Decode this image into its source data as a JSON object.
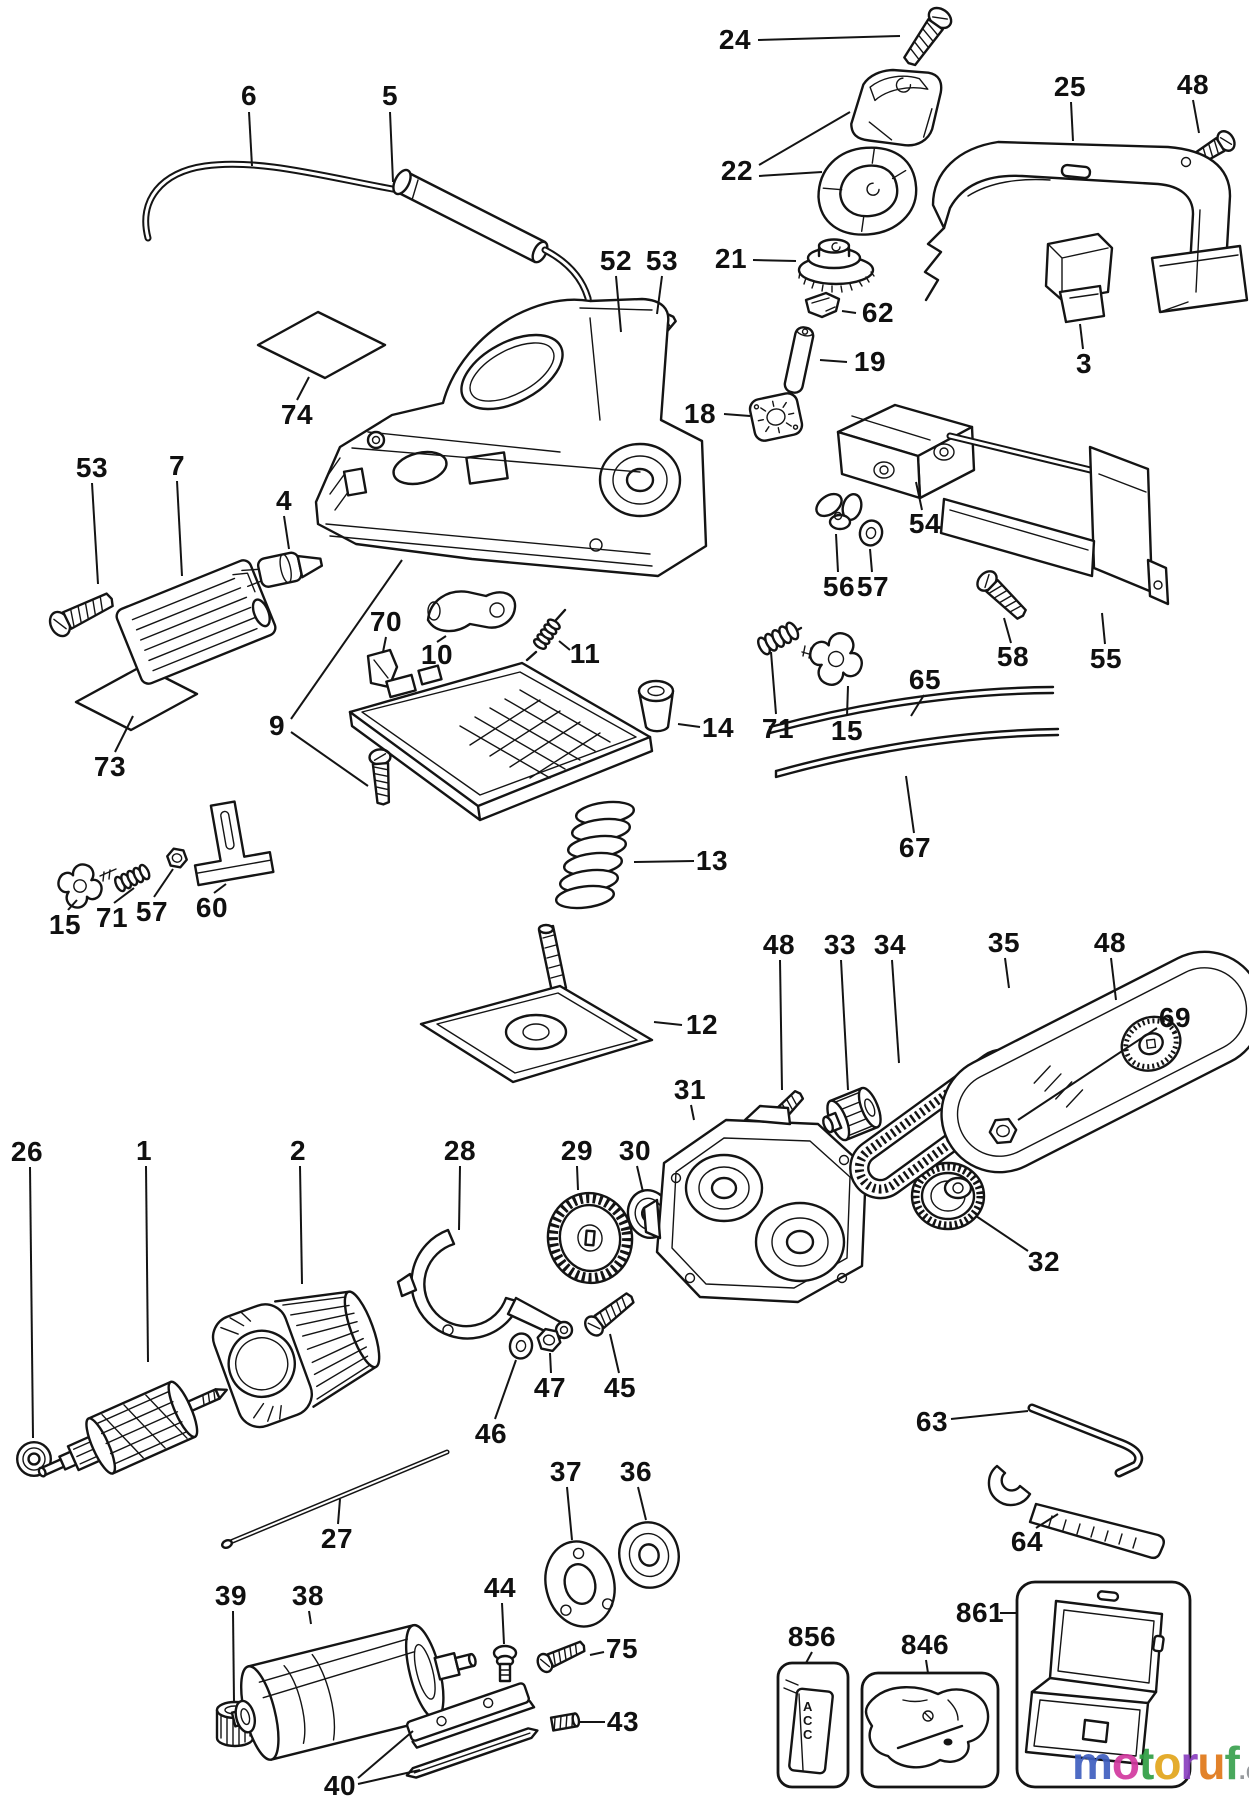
{
  "watermark": {
    "word_letters": [
      [
        "m",
        "#3f5fc0"
      ],
      [
        "o",
        "#d2399f"
      ],
      [
        "t",
        "#2f9e44"
      ],
      [
        "o",
        "#e2a51c"
      ],
      [
        "r",
        "#8a3fc0"
      ],
      [
        "u",
        "#e07818"
      ],
      [
        "f",
        "#3aa14f"
      ]
    ],
    "suffix": ".de",
    "suffix_color": "#8f9296"
  },
  "boxes": {
    "b856": {
      "booklet_label": "ACC"
    }
  },
  "parts": [
    {
      "id": "6",
      "text": "6",
      "label": [
        249,
        96
      ],
      "leaders": [
        [
          249,
          112,
          252,
          166
        ]
      ]
    },
    {
      "id": "5",
      "text": "5",
      "label": [
        390,
        96
      ],
      "leaders": [
        [
          390,
          112,
          393,
          182
        ]
      ]
    },
    {
      "id": "24",
      "text": "24",
      "label": [
        735,
        40
      ],
      "leaders": [
        [
          758,
          40,
          900,
          36
        ]
      ]
    },
    {
      "id": "22",
      "text": "22",
      "label": [
        737,
        171
      ],
      "leaders": [
        [
          759,
          165,
          850,
          112
        ],
        [
          759,
          176,
          822,
          172
        ]
      ]
    },
    {
      "id": "21",
      "text": "21",
      "label": [
        731,
        259
      ],
      "leaders": [
        [
          753,
          260,
          796,
          261
        ]
      ]
    },
    {
      "id": "25",
      "text": "25",
      "label": [
        1070,
        87
      ],
      "leaders": [
        [
          1071,
          102,
          1073,
          141
        ]
      ]
    },
    {
      "id": "48a",
      "text": "48",
      "label": [
        1193,
        85
      ],
      "leaders": [
        [
          1193,
          100,
          1199,
          133
        ]
      ]
    },
    {
      "id": "62",
      "text": "62",
      "label": [
        878,
        313
      ],
      "leaders": [
        [
          856,
          313,
          842,
          311
        ]
      ]
    },
    {
      "id": "19",
      "text": "19",
      "label": [
        870,
        362
      ],
      "leaders": [
        [
          847,
          362,
          820,
          360
        ]
      ]
    },
    {
      "id": "18",
      "text": "18",
      "label": [
        700,
        414
      ],
      "leaders": [
        [
          724,
          414,
          750,
          416
        ]
      ]
    },
    {
      "id": "52",
      "text": "52",
      "label": [
        616,
        261
      ],
      "leaders": [
        [
          616,
          276,
          621,
          332
        ]
      ]
    },
    {
      "id": "53a",
      "text": "53",
      "label": [
        662,
        261
      ],
      "leaders": [
        [
          662,
          276,
          657,
          314
        ]
      ]
    },
    {
      "id": "3",
      "text": "3",
      "label": [
        1084,
        364
      ],
      "leaders": [
        [
          1083,
          349,
          1080,
          324
        ]
      ]
    },
    {
      "id": "54",
      "text": "54",
      "label": [
        925,
        524
      ],
      "leaders": [
        [
          922,
          510,
          916,
          482
        ]
      ]
    },
    {
      "id": "56",
      "text": "56",
      "label": [
        839,
        587
      ],
      "leaders": [
        [
          838,
          572,
          836,
          534
        ]
      ]
    },
    {
      "id": "57a",
      "text": "57",
      "label": [
        873,
        587
      ],
      "leaders": [
        [
          872,
          572,
          870,
          549
        ]
      ]
    },
    {
      "id": "58",
      "text": "58",
      "label": [
        1013,
        657
      ],
      "leaders": [
        [
          1011,
          643,
          1004,
          618
        ]
      ]
    },
    {
      "id": "55",
      "text": "55",
      "label": [
        1106,
        659
      ],
      "leaders": [
        [
          1105,
          644,
          1102,
          613
        ]
      ]
    },
    {
      "id": "74",
      "text": "74",
      "label": [
        297,
        415
      ],
      "leaders": [
        [
          297,
          400,
          309,
          377
        ]
      ]
    },
    {
      "id": "53b",
      "text": "53",
      "label": [
        92,
        468
      ],
      "leaders": [
        [
          92,
          483,
          98,
          584
        ]
      ]
    },
    {
      "id": "7",
      "text": "7",
      "label": [
        177,
        466
      ],
      "leaders": [
        [
          177,
          481,
          182,
          576
        ]
      ]
    },
    {
      "id": "4",
      "text": "4",
      "label": [
        284,
        501
      ],
      "leaders": [
        [
          284,
          516,
          289,
          549
        ]
      ]
    },
    {
      "id": "70",
      "text": "70",
      "label": [
        386,
        622
      ],
      "leaders": [
        [
          386,
          637,
          383,
          652
        ]
      ]
    },
    {
      "id": "10",
      "text": "10",
      "label": [
        437,
        655
      ],
      "leaders": [
        [
          437,
          642,
          446,
          636
        ]
      ]
    },
    {
      "id": "11",
      "text": "11",
      "label": [
        585,
        654
      ],
      "leaders": [
        [
          570,
          650,
          559,
          641
        ]
      ]
    },
    {
      "id": "9",
      "text": "9",
      "label": [
        277,
        726
      ],
      "leaders": [
        [
          291,
          719,
          402,
          560
        ],
        [
          291,
          732,
          368,
          786
        ]
      ]
    },
    {
      "id": "14",
      "text": "14",
      "label": [
        718,
        728
      ],
      "leaders": [
        [
          700,
          727,
          678,
          724
        ]
      ]
    },
    {
      "id": "13",
      "text": "13",
      "label": [
        712,
        861
      ],
      "leaders": [
        [
          694,
          861,
          634,
          862
        ]
      ]
    },
    {
      "id": "65",
      "text": "65",
      "label": [
        925,
        680
      ],
      "leaders": [
        [
          924,
          695,
          911,
          716
        ]
      ]
    },
    {
      "id": "67",
      "text": "67",
      "label": [
        915,
        848
      ],
      "leaders": [
        [
          914,
          833,
          906,
          776
        ]
      ]
    },
    {
      "id": "71a",
      "text": "71",
      "label": [
        778,
        729
      ],
      "leaders": [
        [
          776,
          714,
          771,
          652
        ]
      ]
    },
    {
      "id": "15a",
      "text": "15",
      "label": [
        847,
        731
      ],
      "leaders": [
        [
          847,
          716,
          848,
          686
        ]
      ]
    },
    {
      "id": "73",
      "text": "73",
      "label": [
        110,
        767
      ],
      "leaders": [
        [
          115,
          752,
          133,
          716
        ]
      ]
    },
    {
      "id": "15b",
      "text": "15",
      "label": [
        65,
        925
      ],
      "leaders": [
        [
          68,
          910,
          77,
          900
        ]
      ]
    },
    {
      "id": "71b",
      "text": "71",
      "label": [
        112,
        918
      ],
      "leaders": [
        [
          114,
          903,
          134,
          888
        ]
      ]
    },
    {
      "id": "57b",
      "text": "57",
      "label": [
        152,
        912
      ],
      "leaders": [
        [
          154,
          897,
          173,
          869
        ]
      ]
    },
    {
      "id": "60",
      "text": "60",
      "label": [
        212,
        908
      ],
      "leaders": [
        [
          214,
          893,
          226,
          884
        ]
      ]
    },
    {
      "id": "12",
      "text": "12",
      "label": [
        702,
        1025
      ],
      "leaders": [
        [
          682,
          1025,
          654,
          1022
        ]
      ]
    },
    {
      "id": "26",
      "text": "26",
      "label": [
        27,
        1152
      ],
      "leaders": [
        [
          30,
          1167,
          33,
          1438
        ]
      ]
    },
    {
      "id": "1",
      "text": "1",
      "label": [
        144,
        1151
      ],
      "leaders": [
        [
          146,
          1166,
          148,
          1362
        ]
      ]
    },
    {
      "id": "2",
      "text": "2",
      "label": [
        298,
        1151
      ],
      "leaders": [
        [
          300,
          1166,
          302,
          1284
        ]
      ]
    },
    {
      "id": "28",
      "text": "28",
      "label": [
        460,
        1151
      ],
      "leaders": [
        [
          460,
          1166,
          459,
          1230
        ]
      ]
    },
    {
      "id": "29",
      "text": "29",
      "label": [
        577,
        1151
      ],
      "leaders": [
        [
          577,
          1166,
          578,
          1190
        ]
      ]
    },
    {
      "id": "30",
      "text": "30",
      "label": [
        635,
        1151
      ],
      "leaders": [
        [
          637,
          1166,
          643,
          1192
        ]
      ]
    },
    {
      "id": "31",
      "text": "31",
      "label": [
        690,
        1090
      ],
      "leaders": [
        [
          691,
          1105,
          694,
          1120
        ]
      ]
    },
    {
      "id": "48b",
      "text": "48",
      "label": [
        779,
        945
      ],
      "leaders": [
        [
          780,
          960,
          782,
          1090
        ]
      ]
    },
    {
      "id": "33",
      "text": "33",
      "label": [
        840,
        945
      ],
      "leaders": [
        [
          841,
          960,
          848,
          1090
        ]
      ]
    },
    {
      "id": "34",
      "text": "34",
      "label": [
        890,
        945
      ],
      "leaders": [
        [
          892,
          960,
          899,
          1063
        ]
      ]
    },
    {
      "id": "35",
      "text": "35",
      "label": [
        1004,
        943
      ],
      "leaders": [
        [
          1005,
          958,
          1009,
          988
        ]
      ]
    },
    {
      "id": "48c",
      "text": "48",
      "label": [
        1110,
        943
      ],
      "leaders": [
        [
          1111,
          958,
          1116,
          1000
        ]
      ]
    },
    {
      "id": "69",
      "text": "69",
      "label": [
        1175,
        1018
      ],
      "leaders": [
        [
          1157,
          1028,
          1018,
          1120
        ]
      ]
    },
    {
      "id": "32",
      "text": "32",
      "label": [
        1044,
        1262
      ],
      "leaders": [
        [
          1028,
          1251,
          976,
          1216
        ]
      ]
    },
    {
      "id": "46",
      "text": "46",
      "label": [
        491,
        1434
      ],
      "leaders": [
        [
          495,
          1419,
          516,
          1360
        ]
      ]
    },
    {
      "id": "47",
      "text": "47",
      "label": [
        550,
        1388
      ],
      "leaders": [
        [
          551,
          1373,
          550,
          1353
        ]
      ]
    },
    {
      "id": "45",
      "text": "45",
      "label": [
        620,
        1388
      ],
      "leaders": [
        [
          619,
          1373,
          610,
          1334
        ]
      ]
    },
    {
      "id": "37",
      "text": "37",
      "label": [
        566,
        1472
      ],
      "leaders": [
        [
          567,
          1487,
          572,
          1540
        ]
      ]
    },
    {
      "id": "36",
      "text": "36",
      "label": [
        636,
        1472
      ],
      "leaders": [
        [
          638,
          1487,
          646,
          1520
        ]
      ]
    },
    {
      "id": "27",
      "text": "27",
      "label": [
        337,
        1539
      ],
      "leaders": [
        [
          338,
          1524,
          340,
          1499
        ]
      ]
    },
    {
      "id": "39",
      "text": "39",
      "label": [
        231,
        1596
      ],
      "leaders": [
        [
          233,
          1611,
          234,
          1702
        ]
      ]
    },
    {
      "id": "38",
      "text": "38",
      "label": [
        308,
        1596
      ],
      "leaders": [
        [
          309,
          1611,
          311,
          1624
        ]
      ]
    },
    {
      "id": "44",
      "text": "44",
      "label": [
        500,
        1588
      ],
      "leaders": [
        [
          502,
          1603,
          504,
          1644
        ]
      ]
    },
    {
      "id": "75",
      "text": "75",
      "label": [
        622,
        1649
      ],
      "leaders": [
        [
          604,
          1652,
          590,
          1655
        ]
      ]
    },
    {
      "id": "43",
      "text": "43",
      "label": [
        623,
        1722
      ],
      "leaders": [
        [
          605,
          1722,
          580,
          1722
        ]
      ]
    },
    {
      "id": "40",
      "text": "40",
      "label": [
        340,
        1786
      ],
      "leaders": [
        [
          358,
          1778,
          413,
          1731
        ],
        [
          358,
          1784,
          420,
          1770
        ]
      ]
    },
    {
      "id": "63",
      "text": "63",
      "label": [
        932,
        1422
      ],
      "leaders": [
        [
          951,
          1419,
          1028,
          1411
        ]
      ]
    },
    {
      "id": "64",
      "text": "64",
      "label": [
        1027,
        1542
      ],
      "leaders": [
        [
          1036,
          1528,
          1058,
          1514
        ]
      ]
    },
    {
      "id": "856",
      "text": "856",
      "label": [
        812,
        1637
      ],
      "leaders": [
        [
          812,
          1652,
          806,
          1663
        ]
      ]
    },
    {
      "id": "846",
      "text": "846",
      "label": [
        925,
        1645
      ],
      "leaders": [
        [
          926,
          1660,
          928,
          1673
        ]
      ]
    },
    {
      "id": "861",
      "text": "861",
      "label": [
        980,
        1613
      ],
      "leaders": [
        [
          1000,
          1613,
          1016,
          1613
        ]
      ]
    }
  ]
}
